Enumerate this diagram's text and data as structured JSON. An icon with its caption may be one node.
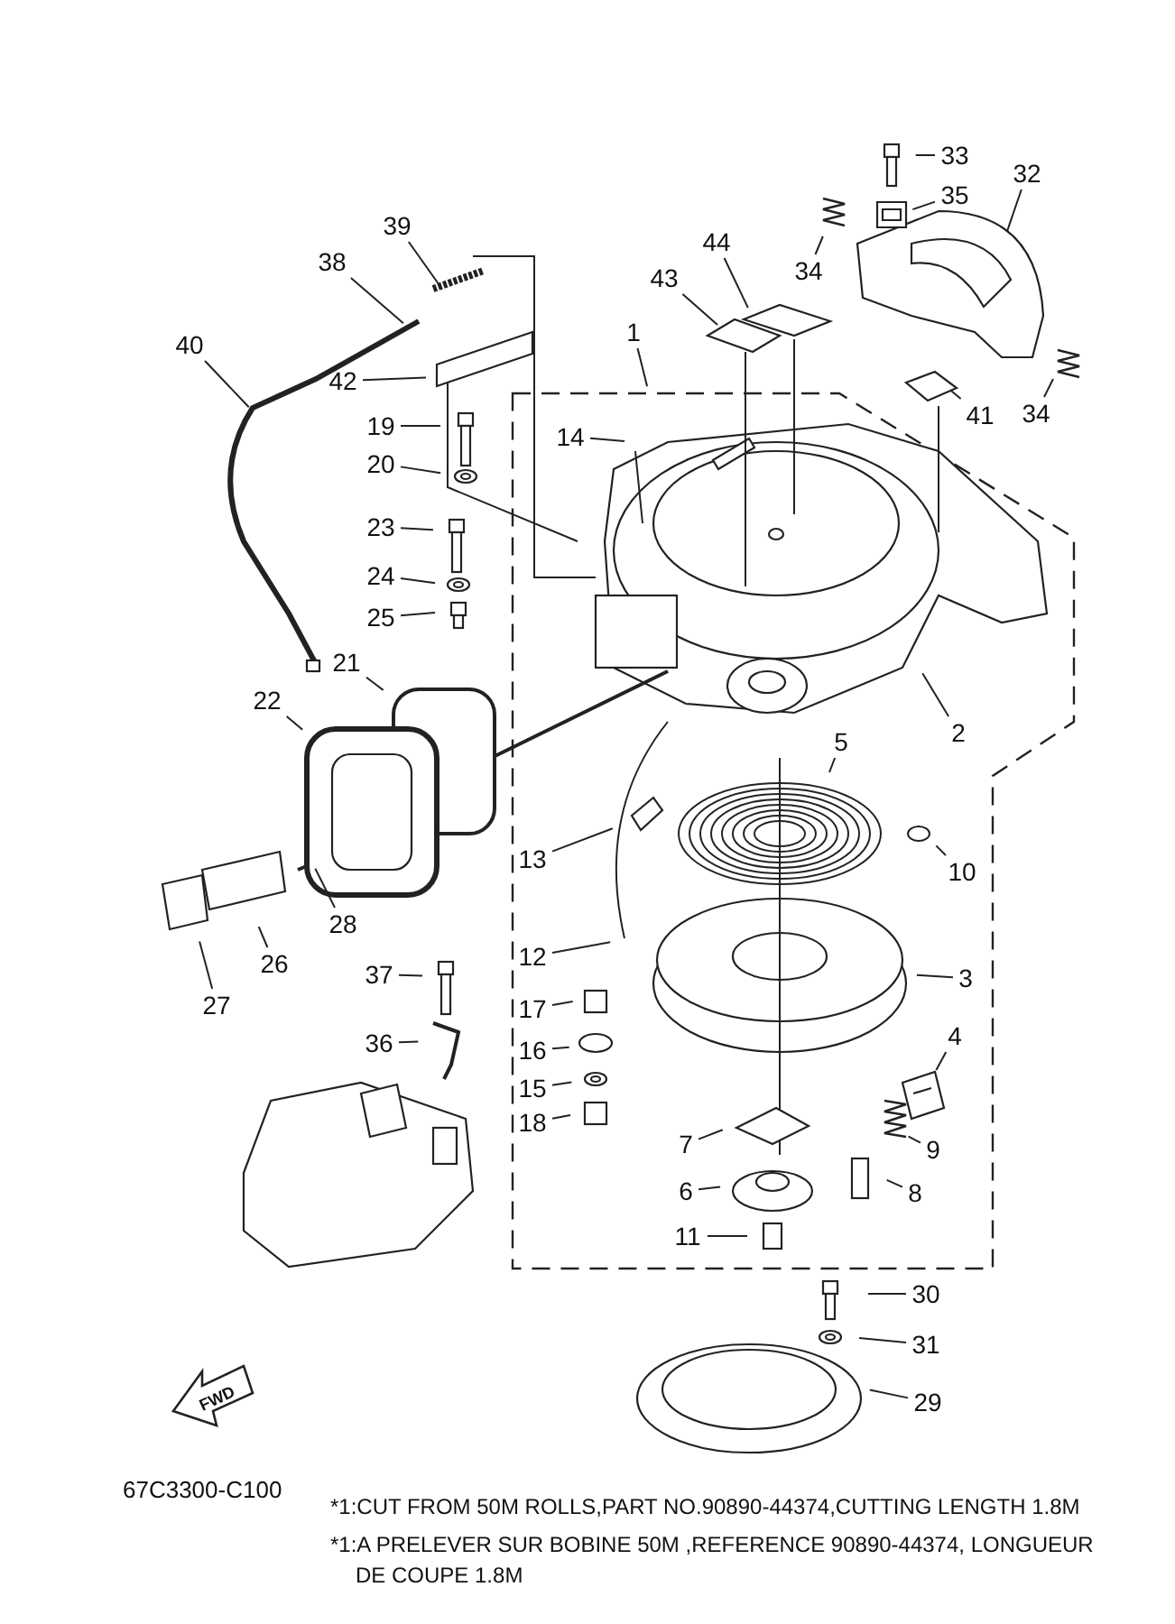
{
  "diagram": {
    "nodes": [
      {
        "text": [
          "33"
        ]
      },
      {
        "text": [
          "35"
        ]
      },
      {
        "text": [
          "32"
        ]
      },
      {
        "text": [
          "34"
        ]
      },
      {
        "text": [
          "39"
        ]
      },
      {
        "text": [
          "44"
        ]
      },
      {
        "text": [
          "38"
        ]
      },
      {
        "text": [
          "43"
        ]
      },
      {
        "text": [
          "1"
        ]
      },
      {
        "text": [
          "40"
        ]
      },
      {
        "text": [
          "34"
        ]
      },
      {
        "text": [
          "41"
        ]
      },
      {
        "text": [
          "42"
        ]
      },
      {
        "text": [
          "19"
        ]
      },
      {
        "text": [
          "14"
        ]
      },
      {
        "text": [
          "20"
        ]
      },
      {
        "text": [
          "23"
        ]
      },
      {
        "text": [
          "24"
        ]
      },
      {
        "text": [
          "25"
        ]
      },
      {
        "text": [
          "21"
        ]
      },
      {
        "text": [
          "22"
        ]
      },
      {
        "text": [
          "2"
        ]
      },
      {
        "text": [
          "5"
        ]
      },
      {
        "text": [
          "10"
        ]
      },
      {
        "text": [
          "13"
        ]
      },
      {
        "text": [
          "28"
        ]
      },
      {
        "text": [
          "26"
        ]
      },
      {
        "text": [
          "12"
        ]
      },
      {
        "text": [
          "3"
        ]
      },
      {
        "text": [
          "37"
        ]
      },
      {
        "text": [
          "27"
        ]
      },
      {
        "text": [
          "17"
        ]
      },
      {
        "text": [
          "4"
        ]
      },
      {
        "text": [
          "36"
        ]
      },
      {
        "text": [
          "16"
        ]
      },
      {
        "text": [
          "15"
        ]
      },
      {
        "text": [
          "18"
        ]
      },
      {
        "text": [
          "9"
        ]
      },
      {
        "text": [
          "7"
        ]
      },
      {
        "text": [
          "8"
        ]
      },
      {
        "text": [
          "6"
        ]
      },
      {
        "text": [
          "11"
        ]
      },
      {
        "text": [
          "30"
        ]
      },
      {
        "text": [
          "31"
        ]
      },
      {
        "text": [
          "29"
        ]
      }
    ],
    "edges": [
      {
        "from": 0,
        "to": null,
        "arrow": "none"
      },
      {
        "from": 1,
        "to": null,
        "arrow": "none"
      },
      {
        "from": 2,
        "to": null,
        "arrow": "none"
      },
      {
        "from": 3,
        "to": null,
        "arrow": "none"
      },
      {
        "from": 4,
        "to": null,
        "arrow": "none"
      },
      {
        "from": 5,
        "to": null,
        "arrow": "none"
      },
      {
        "from": 6,
        "to": null,
        "arrow": "none"
      },
      {
        "from": 7,
        "to": null,
        "arrow": "none"
      },
      {
        "from": 8,
        "to": null,
        "arrow": "none"
      },
      {
        "from": 9,
        "to": null,
        "arrow": "none"
      },
      {
        "from": 10,
        "to": null,
        "arrow": "none"
      },
      {
        "from": 11,
        "to": null,
        "arrow": "none"
      },
      {
        "from": 12,
        "to": null,
        "arrow": "none"
      },
      {
        "from": 13,
        "to": null,
        "arrow": "none"
      },
      {
        "from": 14,
        "to": null,
        "arrow": "none"
      },
      {
        "from": 15,
        "to": null,
        "arrow": "none"
      },
      {
        "from": 16,
        "to": null,
        "arrow": "none"
      },
      {
        "from": 17,
        "to": null,
        "arrow": "none"
      },
      {
        "from": 18,
        "to": null,
        "arrow": "none"
      },
      {
        "from": 19,
        "to": null,
        "arrow": "none"
      },
      {
        "from": 20,
        "to": null,
        "arrow": "none"
      },
      {
        "from": 21,
        "to": null,
        "arrow": "none"
      },
      {
        "from": 22,
        "to": null,
        "arrow": "none"
      },
      {
        "from": 23,
        "to": null,
        "arrow": "none"
      },
      {
        "from": 24,
        "to": null,
        "arrow": "none"
      },
      {
        "from": 25,
        "to": null,
        "arrow": "none"
      },
      {
        "from": 26,
        "to": null,
        "arrow": "none"
      },
      {
        "from": 27,
        "to": null,
        "arrow": "none"
      },
      {
        "from": 28,
        "to": null,
        "arrow": "none"
      },
      {
        "from": 29,
        "to": null,
        "arrow": "none"
      },
      {
        "from": 30,
        "to": null,
        "arrow": "none"
      },
      {
        "from": 31,
        "to": null,
        "arrow": "none"
      },
      {
        "from": 32,
        "to": null,
        "arrow": "none"
      },
      {
        "from": 33,
        "to": null,
        "arrow": "none"
      },
      {
        "from": 34,
        "to": null,
        "arrow": "none"
      },
      {
        "from": 35,
        "to": null,
        "arrow": "none"
      },
      {
        "from": 36,
        "to": null,
        "arrow": "none"
      },
      {
        "from": 37,
        "to": null,
        "arrow": "none"
      },
      {
        "from": 38,
        "to": null,
        "arrow": "none"
      },
      {
        "from": 39,
        "to": null,
        "arrow": "none"
      },
      {
        "from": 40,
        "to": null,
        "arrow": "none"
      },
      {
        "from": 41,
        "to": null,
        "arrow": "none"
      },
      {
        "from": 42,
        "to": null,
        "arrow": "none"
      },
      {
        "from": 43,
        "to": null,
        "arrow": "none"
      },
      {
        "from": 44,
        "to": null,
        "arrow": "none"
      }
    ],
    "labels": [
      "FWD",
      "67C3300-C100",
      "*1:CUT FROM 50M ROLLS,PART NO.90890-44374,CUTTING LENGTH 1.8M",
      "*1:A PRELEVER SUR BOBINE 50M ,REFERENCE 90890-44374, LONGUEUR DE COUPE 1.8M"
    ]
  }
}
